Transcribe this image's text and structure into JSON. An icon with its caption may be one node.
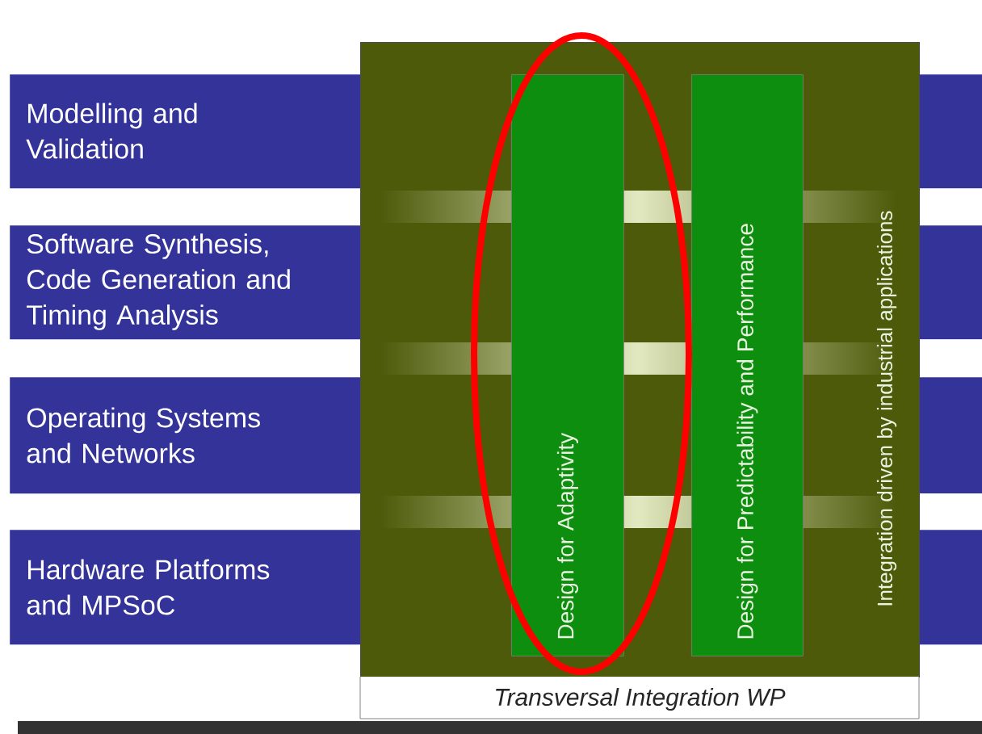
{
  "diagram": {
    "nodes": [
      {
        "text": [
          "Modelling and Validation"
        ]
      },
      {
        "text": [
          "Software Synthesis, Code Generation and Timing Analysis"
        ]
      },
      {
        "text": [
          "Operating Systems and Networks"
        ]
      },
      {
        "text": [
          "Hardware Platforms and MPSoC"
        ]
      },
      {
        "text": [
          "Integration driven by industrial applications",
          "Transversal Integration WP"
        ]
      },
      {
        "text": [
          "Design for Adaptivity"
        ],
        "in": 4
      },
      {
        "text": [
          "Design for Predictability and Performance"
        ],
        "in": 4
      },
      {
        "text": [],
        "shape": "bar"
      },
      {
        "text": [],
        "shape": "bar"
      },
      {
        "text": [],
        "shape": "bar"
      },
      {
        "text": [],
        "shape": "bar"
      }
    ]
  }
}
